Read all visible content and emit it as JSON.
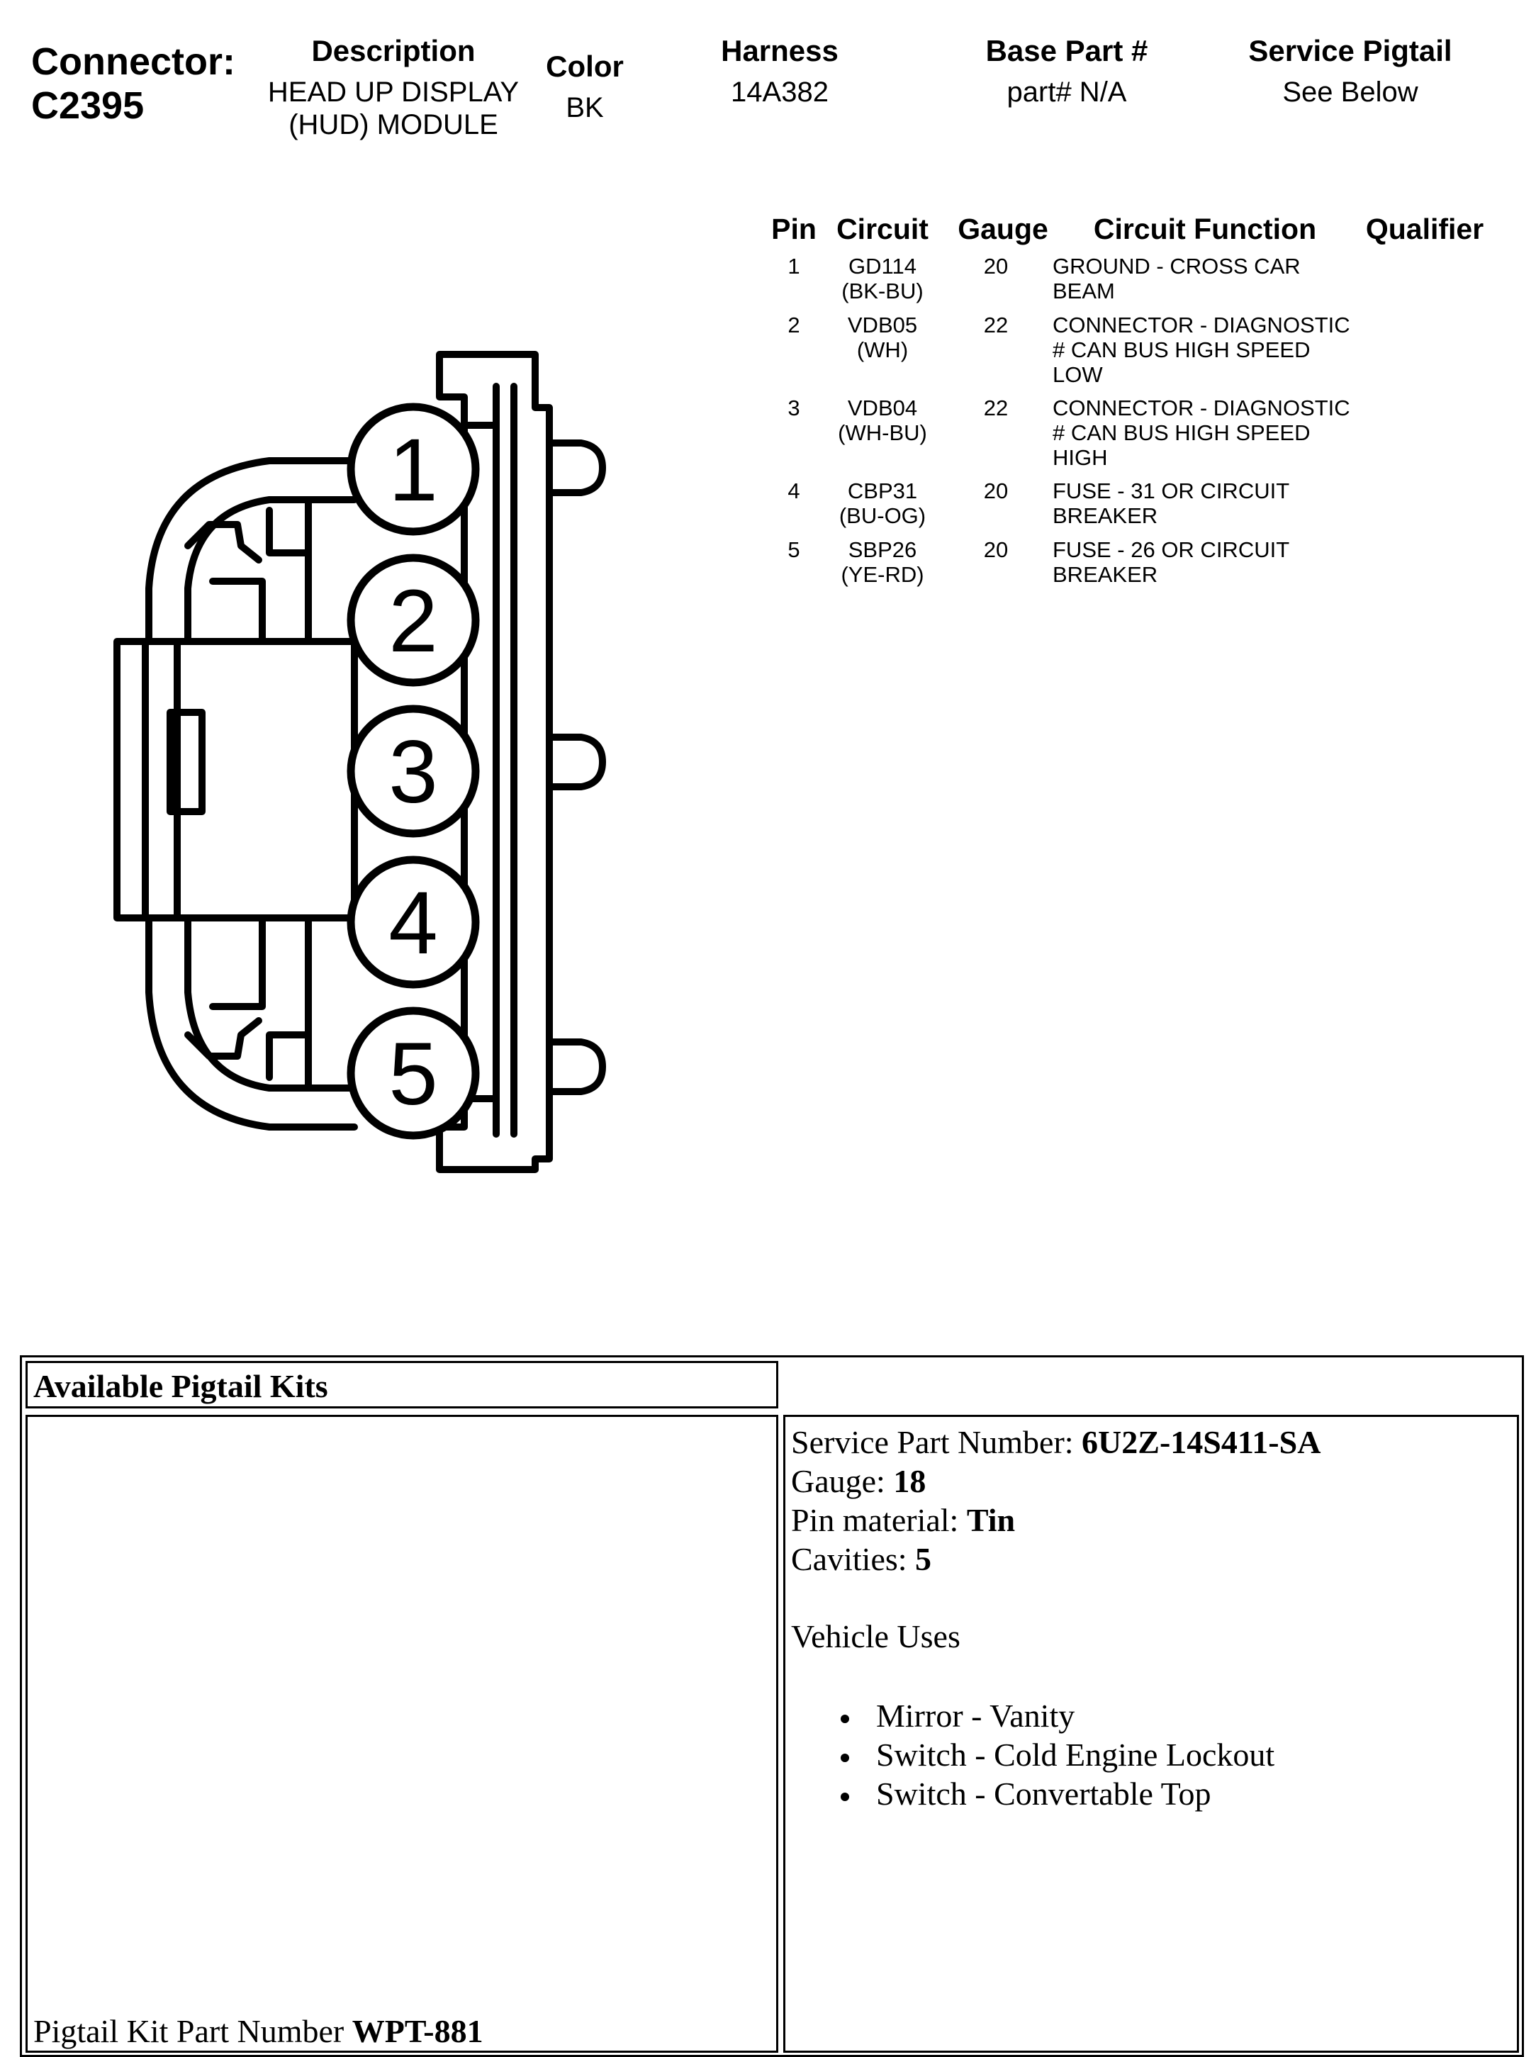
{
  "header": {
    "connector_label": "Connector:",
    "connector_id": "C2395",
    "description_label": "Description",
    "description_value_1": "HEAD UP DISPLAY",
    "description_value_2": "(HUD) MODULE",
    "color_label": "Color",
    "color_value": "BK",
    "harness_label": "Harness",
    "harness_value": "14A382",
    "base_part_label": "Base Part #",
    "base_part_value": "part# N/A",
    "pigtail_label": "Service Pigtail",
    "pigtail_value": "See Below"
  },
  "pin_table": {
    "headers": {
      "pin": "Pin",
      "circuit": "Circuit",
      "gauge": "Gauge",
      "function": "Circuit Function",
      "qualifier": "Qualifier"
    },
    "rows": [
      {
        "pin": "1",
        "circuit": "GD114",
        "color": "(BK-BU)",
        "gauge": "20",
        "function": [
          "GROUND - CROSS CAR",
          "BEAM"
        ]
      },
      {
        "pin": "2",
        "circuit": "VDB05",
        "color": "(WH)",
        "gauge": "22",
        "function": [
          "CONNECTOR - DIAGNOSTIC",
          "# CAN BUS HIGH SPEED",
          "LOW"
        ]
      },
      {
        "pin": "3",
        "circuit": "VDB04",
        "color": "(WH-BU)",
        "gauge": "22",
        "function": [
          "CONNECTOR - DIAGNOSTIC",
          "# CAN BUS HIGH SPEED",
          "HIGH"
        ]
      },
      {
        "pin": "4",
        "circuit": "CBP31",
        "color": "(BU-OG)",
        "gauge": "20",
        "function": [
          "FUSE - 31 OR CIRCUIT",
          "BREAKER"
        ]
      },
      {
        "pin": "5",
        "circuit": "SBP26",
        "color": "(YE-RD)",
        "gauge": "20",
        "function": [
          "FUSE - 26 OR CIRCUIT",
          "BREAKER"
        ]
      }
    ]
  },
  "diagram": {
    "pin_numbers": [
      "1",
      "2",
      "3",
      "4",
      "5"
    ]
  },
  "pigtail": {
    "title": "Available Pigtail Kits",
    "kit_part_label": "Pigtail Kit Part Number ",
    "kit_part_value": "WPT-881",
    "service_part_label": "Service Part Number: ",
    "service_part_value": "6U2Z-14S411-SA",
    "gauge_label": "Gauge: ",
    "gauge_value": "18",
    "pin_material_label": "Pin material: ",
    "pin_material_value": "Tin",
    "cavities_label": "Cavities: ",
    "cavities_value": "5",
    "vehicle_uses_label": "Vehicle Uses",
    "vehicle_uses": [
      "Mirror - Vanity",
      "Switch - Cold Engine Lockout",
      "Switch - Convertable Top"
    ]
  }
}
